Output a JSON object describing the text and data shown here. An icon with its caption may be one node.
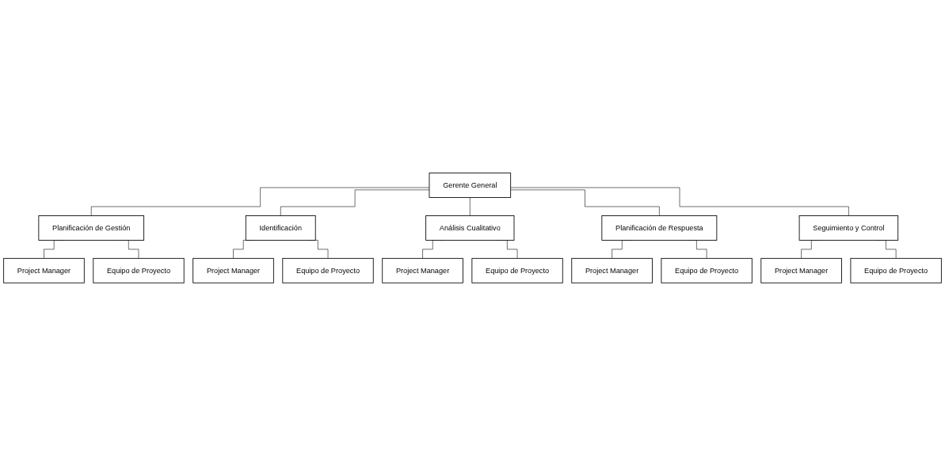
{
  "diagram": {
    "nodes": [
      {
        "text": [
          "Gerente General"
        ]
      },
      {
        "text": [
          "Planificación de Gestión"
        ]
      },
      {
        "text": [
          "Project Manager"
        ]
      },
      {
        "text": [
          "Equipo de Proyecto"
        ]
      },
      {
        "text": [
          "Identificación"
        ]
      },
      {
        "text": [
          "Project Manager"
        ]
      },
      {
        "text": [
          "Equipo de Proyecto"
        ]
      },
      {
        "text": [
          "Análisis Cualitativo"
        ]
      },
      {
        "text": [
          "Project Manager"
        ]
      },
      {
        "text": [
          "Equipo de Proyecto"
        ]
      },
      {
        "text": [
          "Planificación de Respuesta"
        ]
      },
      {
        "text": [
          "Project Manager"
        ]
      },
      {
        "text": [
          "Equipo de Proyecto"
        ]
      },
      {
        "text": [
          "Seguimiento y Control"
        ]
      },
      {
        "text": [
          "Project Manager"
        ]
      },
      {
        "text": [
          "Equipo de Proyecto"
        ]
      }
    ],
    "edges": [
      {
        "from": 0,
        "to": 1,
        "arrow": "none"
      },
      {
        "from": 0,
        "to": 4,
        "arrow": "none"
      },
      {
        "from": 0,
        "to": 7,
        "arrow": "none"
      },
      {
        "from": 0,
        "to": 10,
        "arrow": "none"
      },
      {
        "from": 0,
        "to": 13,
        "arrow": "none"
      },
      {
        "from": 1,
        "to": 2,
        "arrow": "none"
      },
      {
        "from": 1,
        "to": 3,
        "arrow": "none"
      },
      {
        "from": 4,
        "to": 5,
        "arrow": "none"
      },
      {
        "from": 4,
        "to": 6,
        "arrow": "none"
      },
      {
        "from": 7,
        "to": 8,
        "arrow": "none"
      },
      {
        "from": 7,
        "to": 9,
        "arrow": "none"
      },
      {
        "from": 10,
        "to": 11,
        "arrow": "none"
      },
      {
        "from": 10,
        "to": 12,
        "arrow": "none"
      },
      {
        "from": 13,
        "to": 14,
        "arrow": "none"
      },
      {
        "from": 13,
        "to": 15,
        "arrow": "none"
      }
    ]
  }
}
